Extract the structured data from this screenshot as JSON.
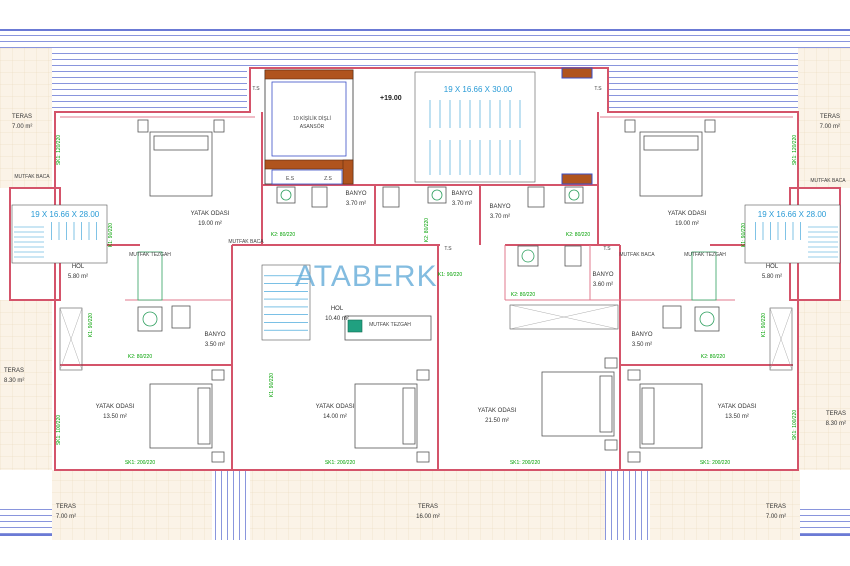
{
  "logo": "ATABERK",
  "elevation": "+19.00",
  "stairs": {
    "main": "19 X 16.66 X 30.00",
    "left": "19 X 16.66 X 28.00",
    "right": "19 X 16.66 X 28.00"
  },
  "elevator": {
    "line1": "10 KİŞİLİK DİŞLİ",
    "line2": "ASANSÖR"
  },
  "shafts": {
    "ts": "T.S",
    "es": "E.S",
    "zs": "Z.S"
  },
  "rooms": {
    "teras_tl": {
      "name": "TERAS",
      "area": "7.00 m²"
    },
    "teras_tr": {
      "name": "TERAS",
      "area": "7.00 m²"
    },
    "teras_ml": {
      "name": "TERAS",
      "area": "8.30 m²"
    },
    "teras_mr": {
      "name": "TERAS",
      "area": "8.30 m²"
    },
    "teras_bl": {
      "name": "TERAS",
      "area": "7.00 m²"
    },
    "teras_bc": {
      "name": "TERAS",
      "area": "16.00 m²"
    },
    "teras_br": {
      "name": "TERAS",
      "area": "7.00 m²"
    },
    "yatak_tl": {
      "name": "YATAK ODASI",
      "area": "19.00 m²"
    },
    "yatak_tr": {
      "name": "YATAK ODASI",
      "area": "19.00 m²"
    },
    "yatak_bl": {
      "name": "YATAK ODASI",
      "area": "13.50 m²"
    },
    "yatak_bcl": {
      "name": "YATAK ODASI",
      "area": "14.00 m²"
    },
    "yatak_bcr": {
      "name": "YATAK ODASI",
      "area": "21.50 m²"
    },
    "yatak_br": {
      "name": "YATAK ODASI",
      "area": "13.50 m²"
    },
    "hol_l": {
      "name": "HOL",
      "area": "5.80 m²"
    },
    "hol_r": {
      "name": "HOL",
      "area": "5.80 m²"
    },
    "hol_c": {
      "name": "HOL",
      "area": "10.40 m²"
    },
    "banyo_1": {
      "name": "BANYO",
      "area": "3.70 m²"
    },
    "banyo_2": {
      "name": "BANYO",
      "area": "3.70 m²"
    },
    "banyo_3": {
      "name": "BANYO",
      "area": "3.70 m²"
    },
    "banyo_4": {
      "name": "BANYO",
      "area": "3.60 m²"
    },
    "banyo_l": {
      "name": "BANYO",
      "area": "3.50 m²"
    },
    "banyo_r": {
      "name": "BANYO",
      "area": "3.50 m²"
    }
  },
  "labels": {
    "mutfak_baca": "MUTFAK BACA",
    "mutfak_tezgah": "MUTFAK TEZGAH"
  },
  "dims": {
    "k2_80_220": "K2: 80/220",
    "k1_90_220": "K1: 90/220",
    "sk1_200_220": "SK1: 200/220",
    "sk1_120_220": "SK1: 120/220",
    "sk1_100_220": "SK1: 100/220",
    "p1_80_220": "P1: 80/220"
  }
}
